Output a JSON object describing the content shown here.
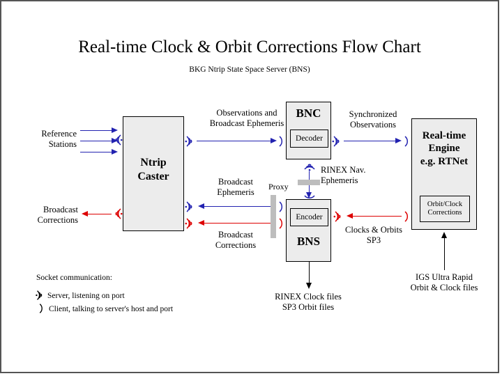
{
  "page": {
    "title": "Real-time Clock & Orbit Corrections Flow Chart",
    "subtitle": "BKG Ntrip State Space Server  (BNS)"
  },
  "colors": {
    "blue": "#2222b0",
    "red": "#dd0000",
    "black": "#000000",
    "box_fill": "#ececec",
    "proxy_gray": "#bdbdbd",
    "frame": "#555555"
  },
  "boxes": {
    "ntrip_caster": {
      "title": "Ntrip\nCaster",
      "line1": "Ntrip",
      "line2": "Caster"
    },
    "bnc": {
      "title": "BNC",
      "inner": "Decoder"
    },
    "bns": {
      "title": "BNS",
      "inner": "Encoder"
    },
    "rt_engine": {
      "line1": "Real-time",
      "line2": "Engine",
      "line3": "e.g. RTNet",
      "inner_line1": "Orbit/Clock",
      "inner_line2": "Corrections"
    }
  },
  "labels": {
    "reference_stations_l1": "Reference",
    "reference_stations_l2": "Stations",
    "broadcast_corrections_left_l1": "Broadcast",
    "broadcast_corrections_left_l2": "Corrections",
    "observations_l1": "Observations and",
    "observations_l2": "Broadcast Ephemeris",
    "synchronized_l1": "Synchronized",
    "synchronized_l2": "Observations",
    "rinex_nav_l1": "RINEX Nav.",
    "rinex_nav_l2": "Ephemeris",
    "broadcast_ephemeris_l1": "Broadcast",
    "broadcast_ephemeris_l2": "Ephemeris",
    "broadcast_corrections_mid_l1": "Broadcast",
    "broadcast_corrections_mid_l2": "Corrections",
    "proxy": "Proxy",
    "clocks_orbits_l1": "Clocks & Orbits",
    "clocks_orbits_l2": "SP3",
    "rinex_clock_files_l1": "RINEX Clock files",
    "rinex_clock_files_l2": "SP3 Orbit files",
    "igs_l1": "IGS Ultra Rapid",
    "igs_l2": "Orbit & Clock files"
  },
  "legend": {
    "heading": "Socket communication:",
    "server_text": "Server, listening on port",
    "client_text": "Client, talking to server's host and port",
    "server_icon": "socket-server-icon",
    "client_icon": "socket-client-icon"
  },
  "icons": {
    "server_left": "socket-server-left-icon",
    "server_right": "socket-server-right-icon",
    "server_down": "socket-server-down-icon",
    "client_right": "socket-client-right-icon",
    "client_down": "socket-client-down-icon"
  }
}
